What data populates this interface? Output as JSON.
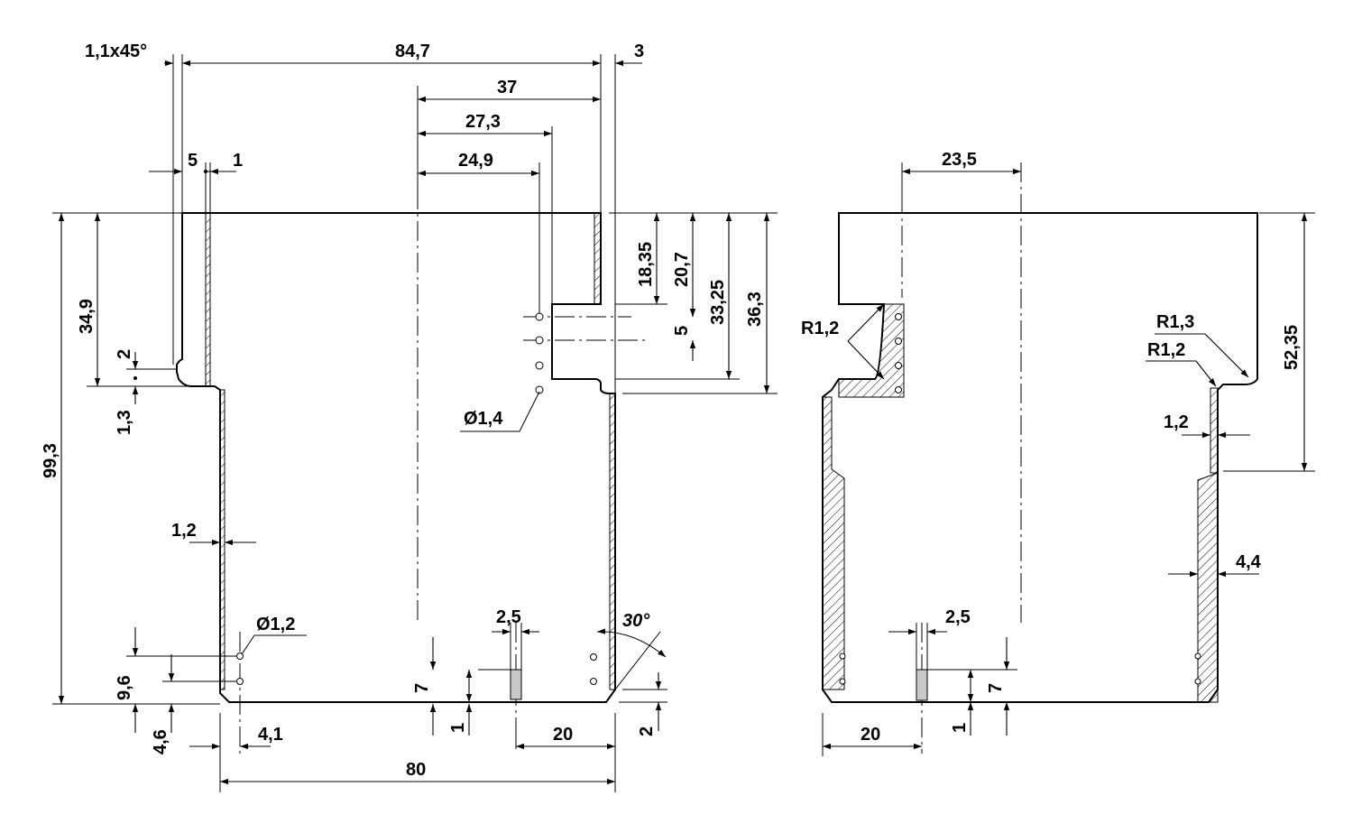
{
  "view_left": {
    "dims": {
      "chamfer": "1,1x45°",
      "overall_width": "84,7",
      "edge_3": "3",
      "w_37": "37",
      "w_27_3": "27,3",
      "w_24_9": "24,9",
      "w_5": "5",
      "w_1": "1",
      "h_18_35": "18,35",
      "h_20_7": "20,7",
      "h_33_25": "33,25",
      "h_36_3": "36,3",
      "h_5": "5",
      "h_34_9": "34,9",
      "h_2": "2",
      "h_1_3": "1,3",
      "h_99_3": "99,3",
      "hole_d14": "Ø1,4",
      "wall_1_2": "1,2",
      "hole_d12": "Ø1,2",
      "slot_2_5": "2,5",
      "angle_30": "30°",
      "h_9_6": "9,6",
      "h_4_6": "4,6",
      "h_7": "7",
      "h_1": "1",
      "w_4_1": "4,1",
      "w_20": "20",
      "h_2b": "2",
      "bottom_80": "80"
    }
  },
  "view_right": {
    "dims": {
      "w_23_5": "23,5",
      "radius_r12_left": "R1,2",
      "radius_r13": "R1,3",
      "radius_r12_right": "R1,2",
      "h_52_35": "52,35",
      "wall_1_2": "1,2",
      "wall_4_4": "4,4",
      "slot_2_5": "2,5",
      "h_7": "7",
      "h_1": "1",
      "w_20": "20"
    }
  }
}
